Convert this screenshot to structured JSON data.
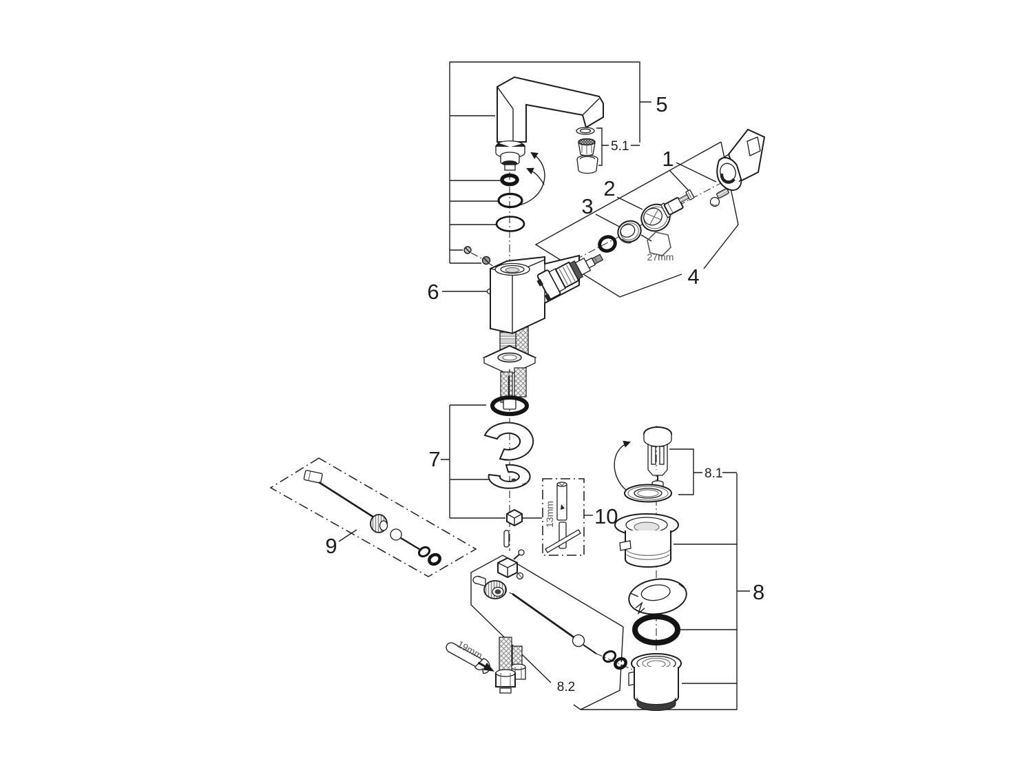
{
  "diagram": {
    "kind": "exploded-parts-diagram",
    "subject": "single-lever basin faucet with pop-up drain assembly",
    "background": "#ffffff",
    "line_color": "#1c1c1c",
    "muted_color": "#555555"
  },
  "labels": {
    "p1": "1",
    "p2": "2",
    "p3": "3",
    "p4": "4",
    "p5": "5",
    "p5_1": "5.1",
    "p6": "6",
    "p7": "7",
    "p8": "8",
    "p8_1": "8.1",
    "p8_2": "8.2",
    "p9": "9",
    "p10": "10"
  },
  "dimensions": {
    "hex_nut": "27mm",
    "socket_tool": "13mm",
    "open_end_wrench": "19mm"
  }
}
